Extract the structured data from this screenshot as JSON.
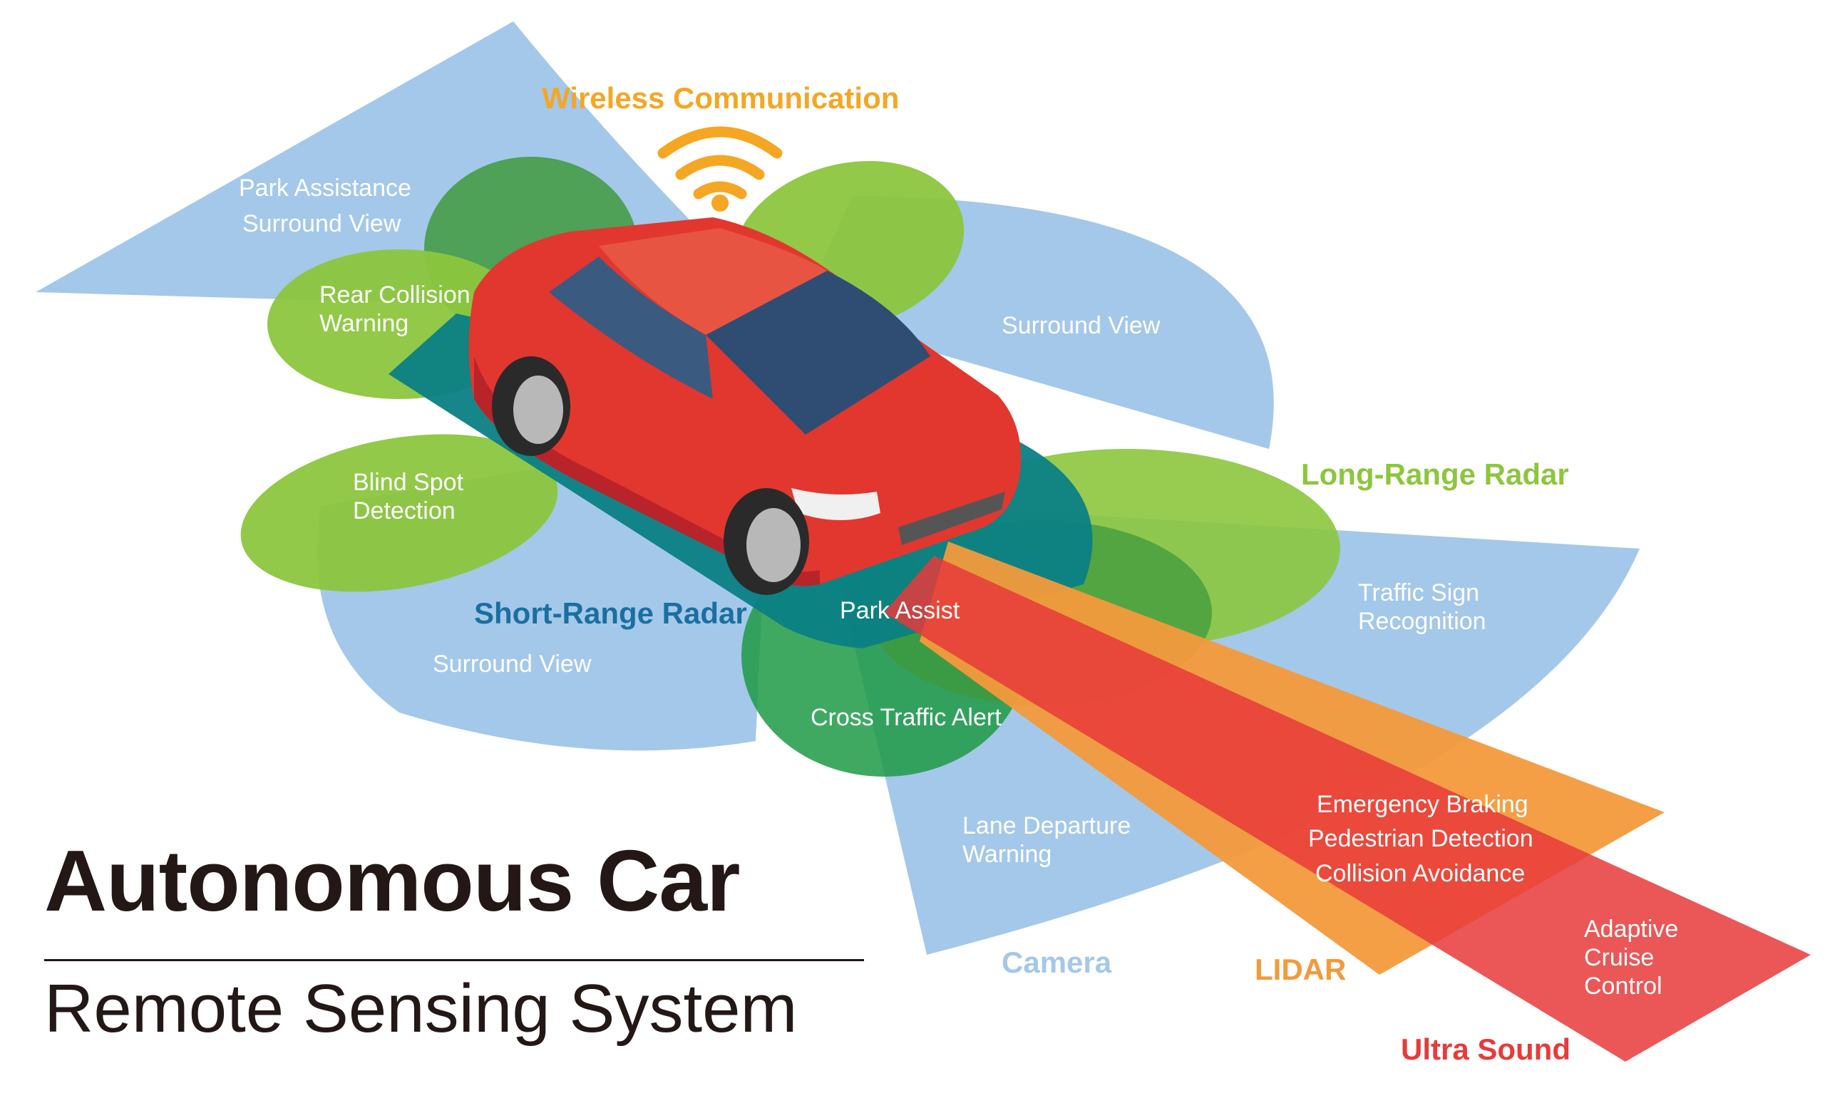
{
  "title": {
    "main": "Autonomous Car",
    "sub": "Remote Sensing System"
  },
  "sensors": {
    "wireless": "Wireless Communication",
    "long_range_radar": "Long-Range Radar",
    "short_range_radar": "Short-Range Radar",
    "camera": "Camera",
    "lidar": "LIDAR",
    "ultra_sound": "Ultra Sound"
  },
  "features": {
    "park_assistance": [
      "Park Assistance",
      "Surround View"
    ],
    "rear_collision": [
      "Rear Collision",
      "Warning"
    ],
    "surround_view_right": "Surround View",
    "blind_spot": [
      "Blind Spot",
      "Detection"
    ],
    "surround_view_left": "Surround View",
    "park_assist": "Park Assist",
    "cross_traffic": "Cross Traffic Alert",
    "traffic_sign": [
      "Traffic Sign",
      "Recognition"
    ],
    "lane_departure": [
      "Lane Departure",
      "Warning"
    ],
    "emergency": [
      "Emergency Braking",
      "Pedestrian Detection",
      "Collision Avoidance"
    ],
    "adaptive_cruise": [
      "Adaptive",
      "Cruise",
      "Control"
    ]
  },
  "colors": {
    "camera_blue": "#a4c8ea",
    "radar_green": "#8cc63e",
    "radar_dark_green": "#3f9a3c",
    "short_radar_teal": "#0b7f84",
    "lidar_orange": "#f39a3b",
    "ultrasound_red": "#e83a3a",
    "wireless_yellow": "#f5a623",
    "car_red": "#e2372f",
    "title_dark": "#231815"
  }
}
